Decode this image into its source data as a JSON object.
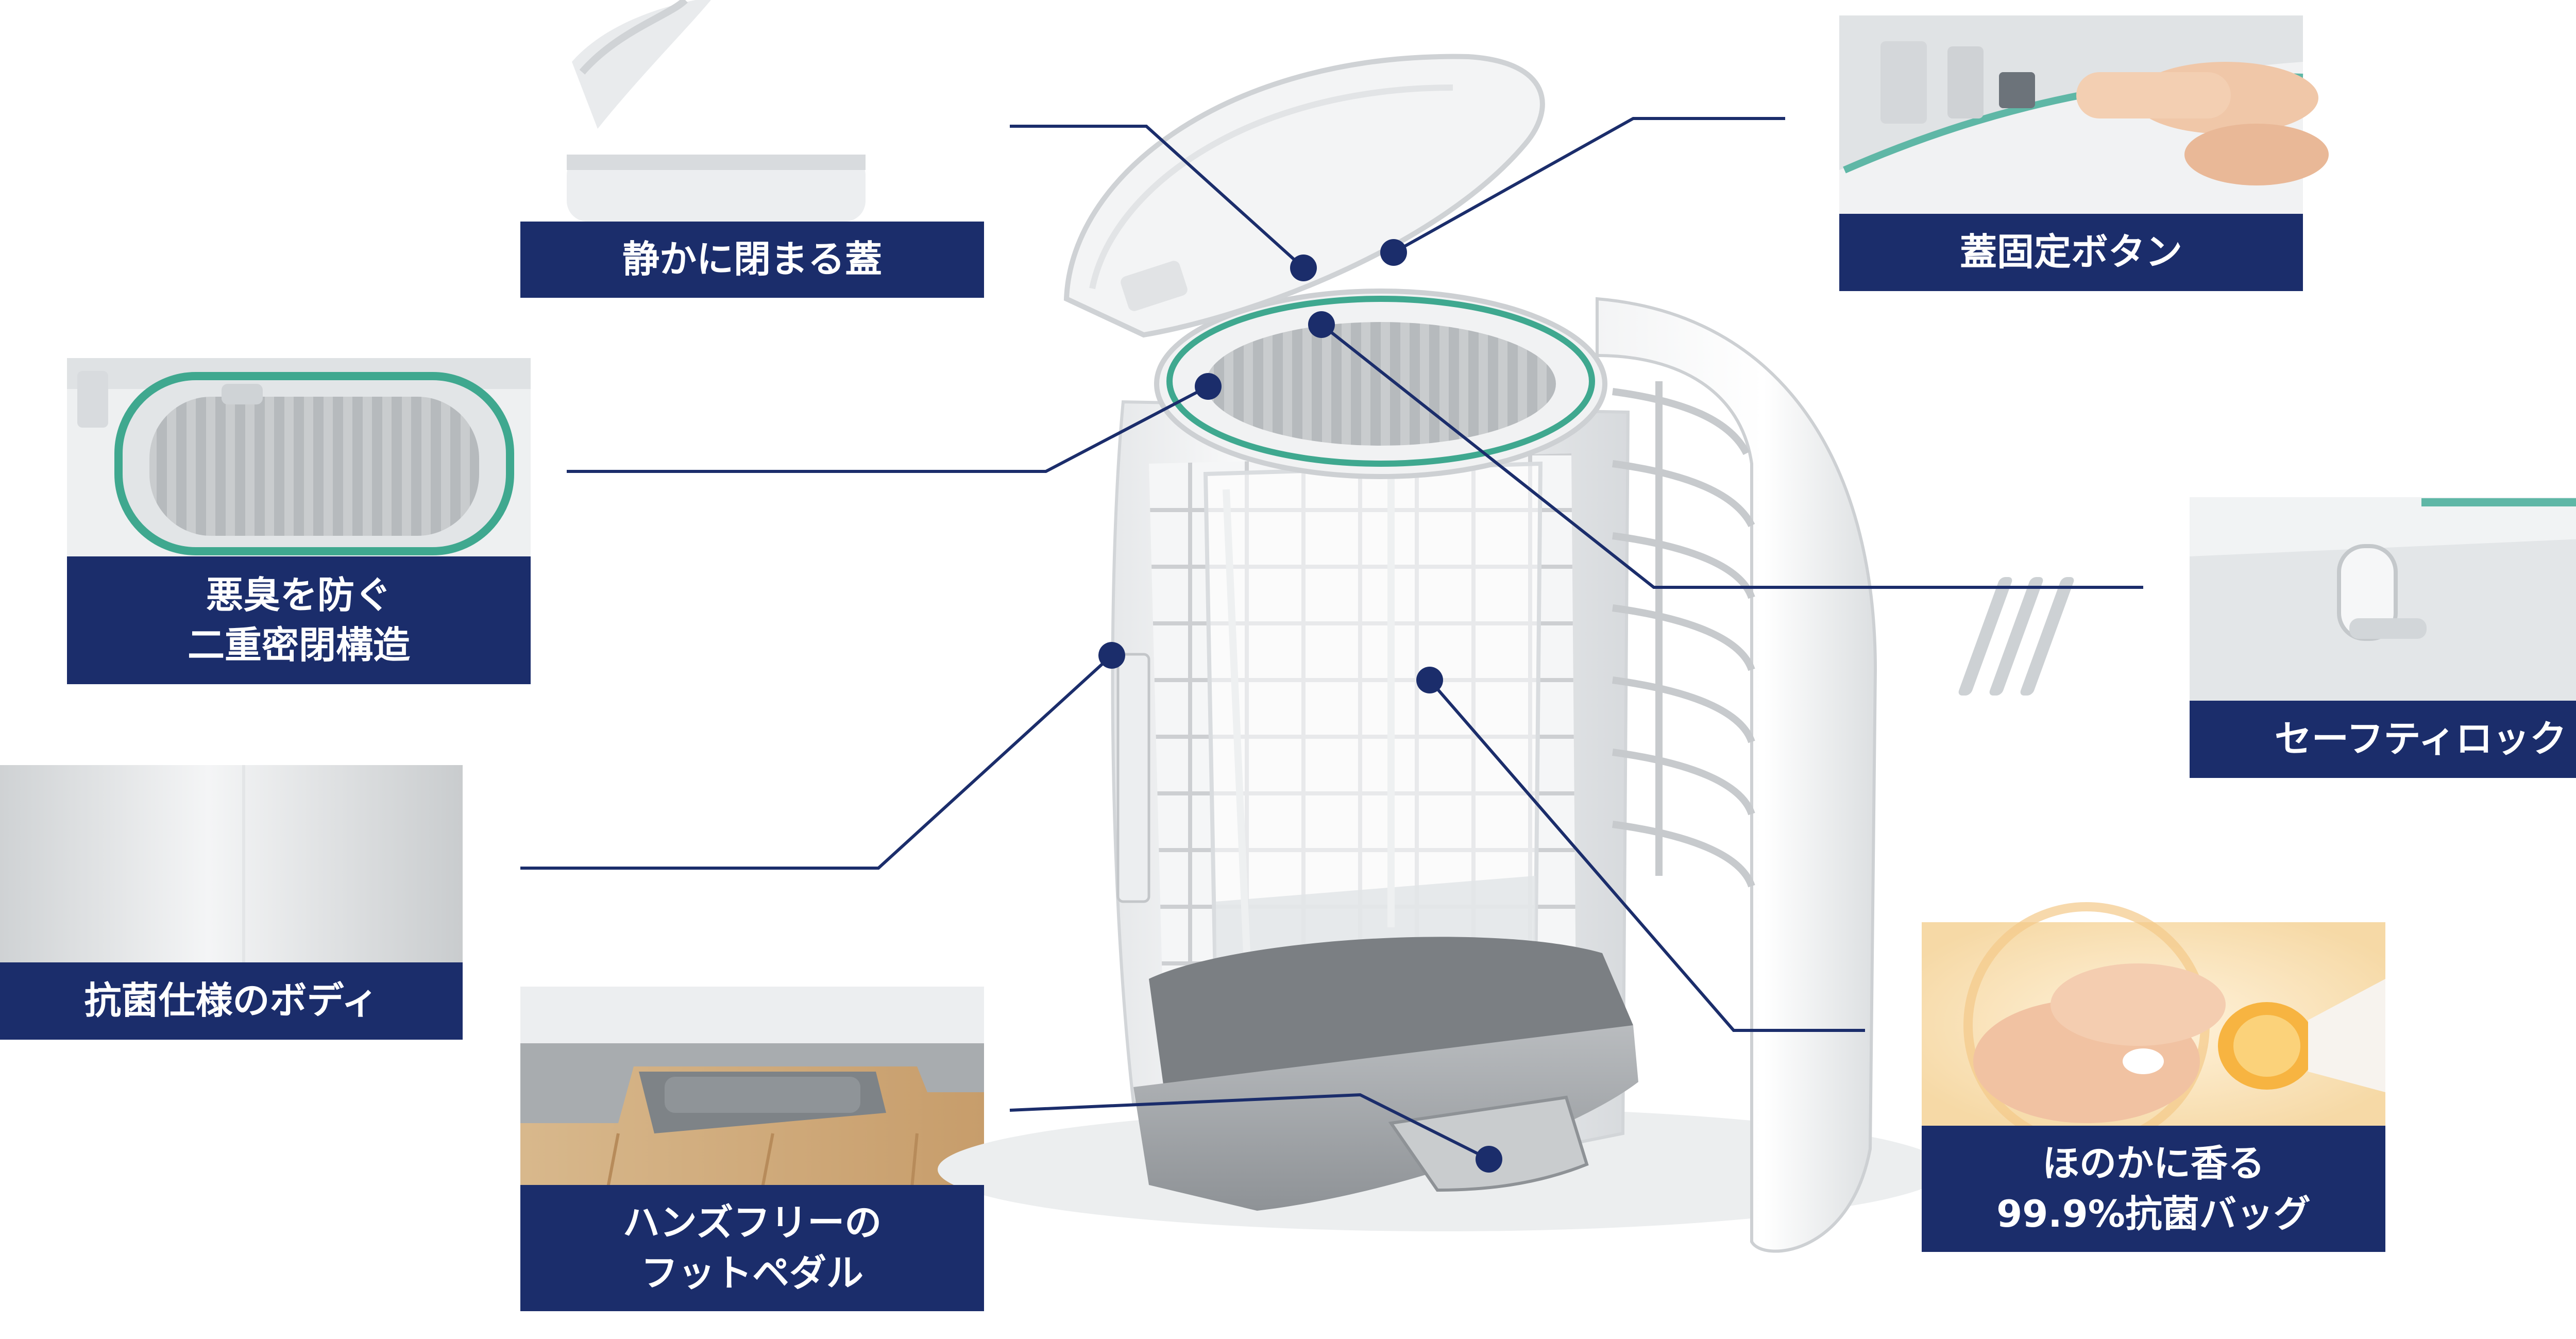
{
  "features": {
    "lid_soft_close": {
      "label": "静かに閉まる蓋"
    },
    "lid_lock_button": {
      "label": "蓋固定ボタン"
    },
    "double_seal": {
      "label_line1": "悪臭を防ぐ",
      "label_line2": "二重密閉構造"
    },
    "safety_lock": {
      "label": "セーフティロック"
    },
    "antibacterial_body": {
      "label": "抗菌仕様のボディ"
    },
    "hands_free_pedal": {
      "label_line1": "ハンズフリーの",
      "label_line2": "フットペダル"
    },
    "scented_bag": {
      "label_line1": "ほのかに香る",
      "label_line2": "99.9%抗菌バッグ"
    }
  },
  "colors": {
    "label_bg": "#1b2d6b",
    "label_text": "#ffffff",
    "leader_line": "#1b2d6b",
    "gasket_accent": "#3fa88f"
  }
}
